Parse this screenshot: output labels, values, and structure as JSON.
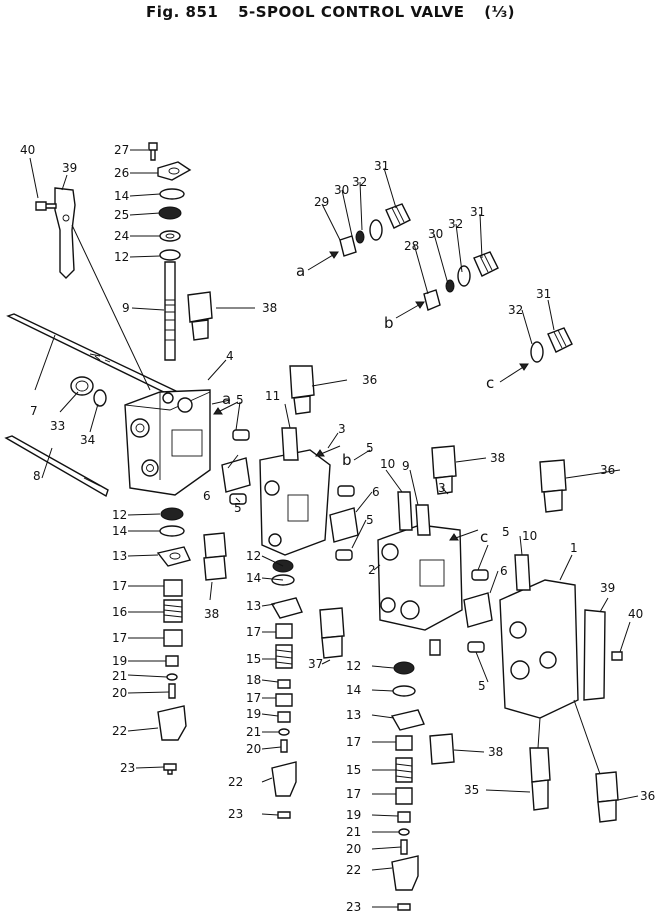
{
  "title": {
    "fig": "Fig. 851",
    "name": "5-SPOOL CONTROL VALVE",
    "sheet": "(⅓)"
  },
  "callouts": [
    "40",
    "39",
    "27",
    "26",
    "14",
    "25",
    "24",
    "12",
    "9",
    "38",
    "4",
    "5",
    "6",
    "5",
    "7",
    "33",
    "34",
    "a",
    "11",
    "3",
    "b",
    "36",
    "8",
    "12",
    "14",
    "13",
    "17",
    "16",
    "17",
    "19",
    "21",
    "20",
    "22",
    "23",
    "38",
    "12",
    "14",
    "13",
    "17",
    "15",
    "18",
    "17",
    "19",
    "21",
    "20",
    "22",
    "23",
    "37",
    "5",
    "6",
    "5",
    "10",
    "9",
    "3",
    "38",
    "c",
    "5",
    "10",
    "6",
    "2",
    "12",
    "14",
    "13",
    "17",
    "15",
    "17",
    "19",
    "21",
    "20",
    "22",
    "23",
    "38",
    "36",
    "1",
    "39",
    "40",
    "5",
    "35",
    "36",
    "29",
    "30",
    "32",
    "31",
    "a",
    "28",
    "30",
    "32",
    "31",
    "b",
    "32",
    "31",
    "c"
  ]
}
